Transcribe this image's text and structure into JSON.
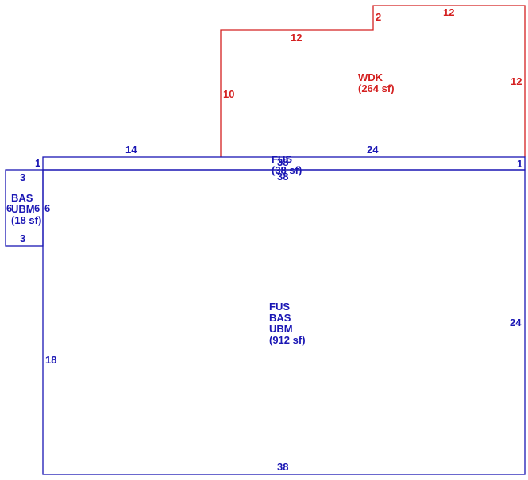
{
  "colors": {
    "main": "#1a16b4",
    "deck": "#d42020"
  },
  "areas": {
    "wdk": {
      "code": "WDK",
      "area": "(264 sf)",
      "dimensions": [
        "2",
        "12",
        "12",
        "12",
        "10",
        "14",
        "24"
      ]
    },
    "fus_strip": {
      "code": "FUS",
      "area": "(38 sf)",
      "dimensions": [
        "1",
        "1",
        "38",
        "38"
      ]
    },
    "bas_small": {
      "codes": [
        "BAS",
        "UBM"
      ],
      "area": "(18 sf)",
      "dimensions": [
        "3",
        "3",
        "6",
        "6",
        "6"
      ]
    },
    "main_block": {
      "codes": [
        "FUS",
        "BAS",
        "UBM"
      ],
      "area": "(912 sf)",
      "dimensions": [
        "18",
        "24",
        "38"
      ]
    }
  }
}
